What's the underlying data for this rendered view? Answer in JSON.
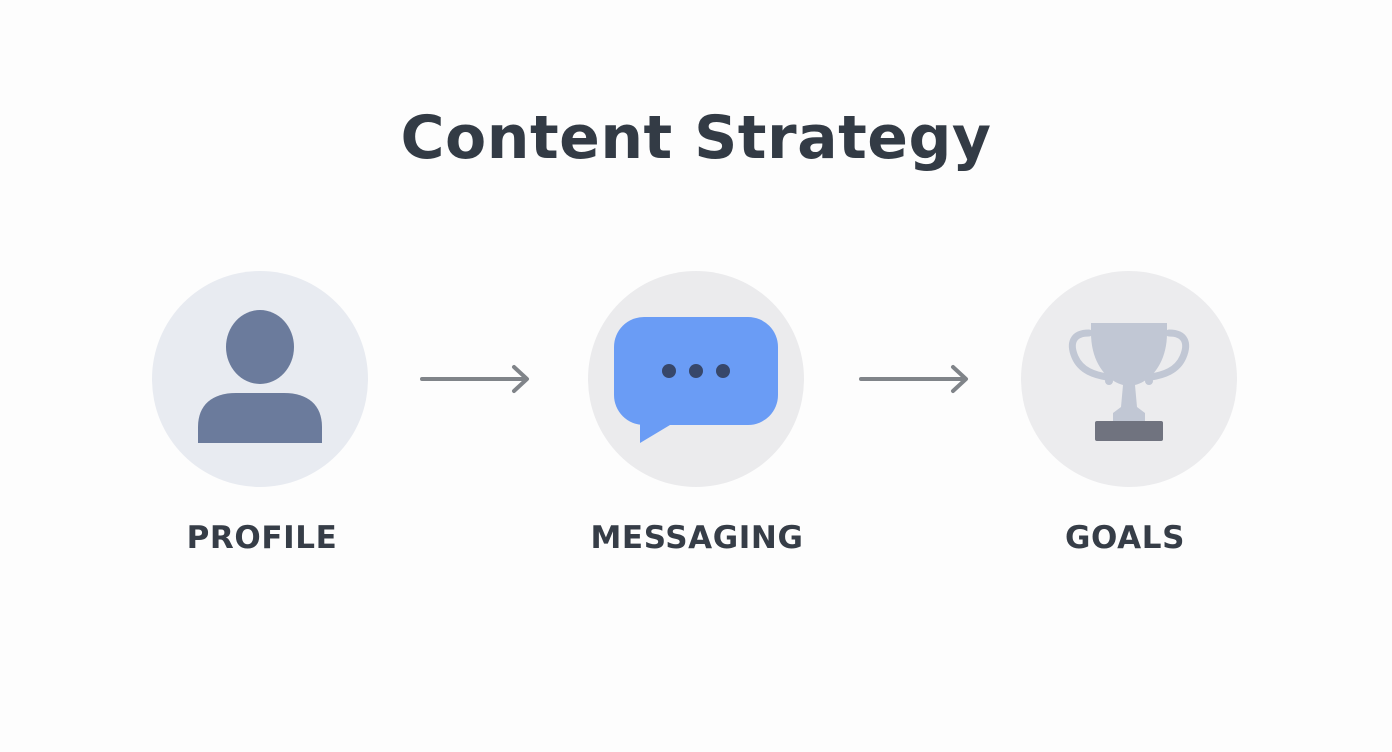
{
  "title": "Content Strategy",
  "steps": [
    {
      "label": "PROFILE",
      "icon": "user-profile-icon"
    },
    {
      "label": "MESSAGING",
      "icon": "chat-bubble-icon"
    },
    {
      "label": "GOALS",
      "icon": "trophy-icon"
    }
  ],
  "colors": {
    "title_text": "#333b45",
    "label_text": "#363d47",
    "profile_circle": "#e8ebf1",
    "profile_icon": "#6b7b9c",
    "messaging_circle": "#ebebed",
    "messaging_bubble": "#6a9cf5",
    "messaging_dots": "#37476a",
    "goals_circle": "#ececee",
    "goals_trophy": "#c1c7d4",
    "goals_base": "#70737f",
    "arrow": "#808489"
  }
}
